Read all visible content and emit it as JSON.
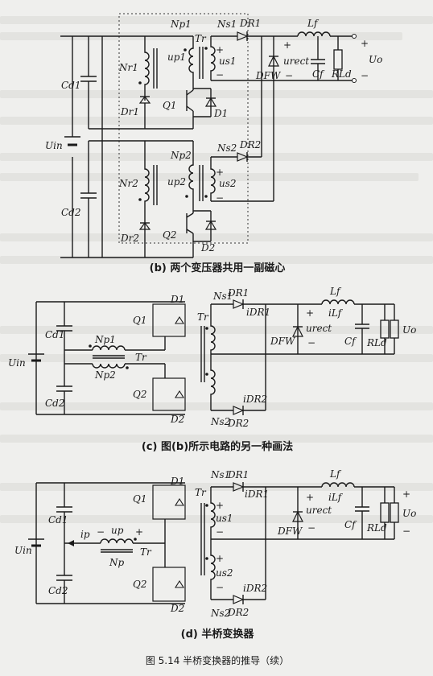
{
  "figure_caption": "图 5.14   半桥变换器的推导（续）",
  "panels": {
    "b": {
      "caption": "(b) 两个变压器共用一副磁心",
      "labels": {
        "Np1": "Np1",
        "Ns1": "Ns1",
        "DR1": "DR1",
        "Lf": "Lf",
        "Tr": "Tr",
        "up1": "up1",
        "us1": "us1",
        "Nr1": "Nr1",
        "Cd1": "Cd1",
        "DFW": "DFW",
        "urect": "urect",
        "Cf": "Cf",
        "RLd": "RLd",
        "Uo": "Uo",
        "Dr1": "Dr1",
        "Q1": "Q1",
        "D1": "D1",
        "Uin": "Uin",
        "Np2": "Np2",
        "Ns2": "Ns2",
        "DR2": "DR2",
        "up2": "up2",
        "us2": "us2",
        "Nr2": "Nr2",
        "Cd2": "Cd2",
        "Dr2": "Dr2",
        "Q2": "Q2",
        "D2": "D2"
      }
    },
    "c": {
      "caption": "(c) 图(b)所示电路的另一种画法",
      "labels": {
        "Ns1": "Ns1",
        "DR1": "DR1",
        "Lf": "Lf",
        "Tr": "Tr",
        "D1": "D1",
        "iDR1": "iDR1",
        "Cd1": "Cd1",
        "Q1": "Q1",
        "iLf": "iLf",
        "urect": "urect",
        "Np1": "Np1",
        "DFW": "DFW",
        "Cf": "Cf",
        "RLd": "RLd",
        "Uo": "Uo",
        "Uin": "Uin",
        "Np2": "Np2",
        "Cd2": "Cd2",
        "Q2": "Q2",
        "iDR2": "iDR2",
        "D2": "D2",
        "Ns2": "Ns2",
        "DR2": "DR2"
      }
    },
    "d": {
      "caption": "(d) 半桥变换器",
      "labels": {
        "Ns1": "Ns1",
        "DR1": "DR1",
        "Lf": "Lf",
        "Tr": "Tr",
        "Q1": "Q1",
        "D1": "D1",
        "iDR1": "iDR1",
        "Cd1": "Cd1",
        "us1": "us1",
        "urect": "urect",
        "iLf": "iLf",
        "ip": "ip",
        "up": "up",
        "DFW": "DFW",
        "Cf": "Cf",
        "RLd": "RLd",
        "Uo": "Uo",
        "Uin": "Uin",
        "Np": "Np",
        "us2": "us2",
        "Cd2": "Cd2",
        "iDR2": "iDR2",
        "Q2": "Q2",
        "D2": "D2",
        "Ns2": "Ns2",
        "DR2": "DR2"
      }
    }
  }
}
